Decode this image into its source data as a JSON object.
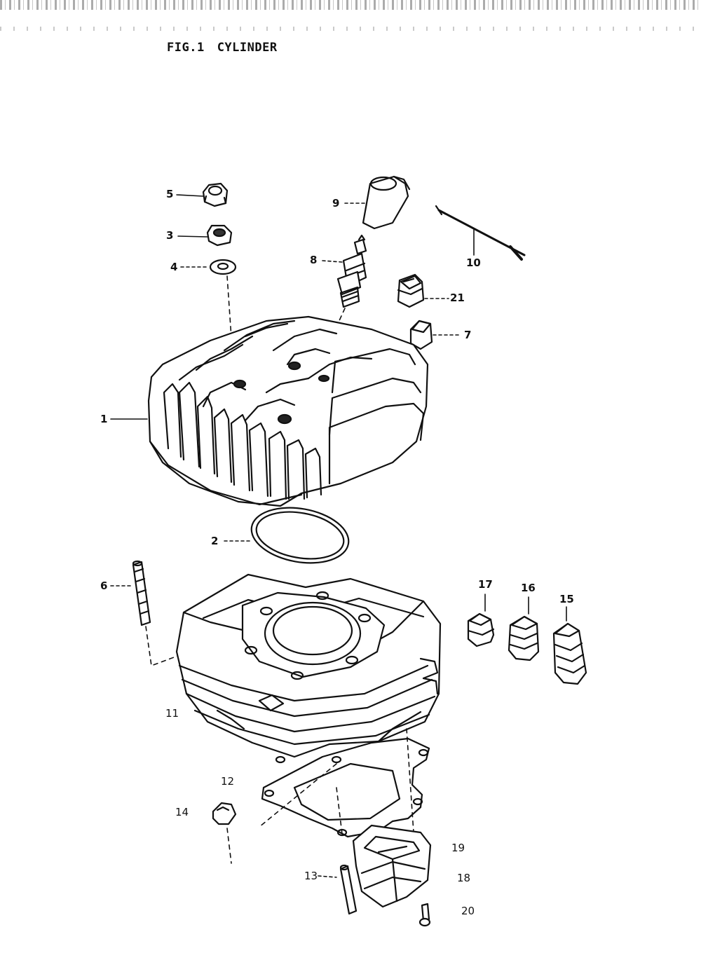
{
  "figure": {
    "number": "FIG.1",
    "title": "CYLINDER"
  },
  "callouts": [
    {
      "id": "c1",
      "label": "1"
    },
    {
      "id": "c2",
      "label": "2"
    },
    {
      "id": "c3",
      "label": "3"
    },
    {
      "id": "c4",
      "label": "4"
    },
    {
      "id": "c5",
      "label": "5"
    },
    {
      "id": "c6",
      "label": "6"
    },
    {
      "id": "c7",
      "label": "7"
    },
    {
      "id": "c8",
      "label": "8"
    },
    {
      "id": "c9",
      "label": "9"
    },
    {
      "id": "c10",
      "label": "10"
    },
    {
      "id": "c11",
      "label": "11"
    },
    {
      "id": "c12",
      "label": "12"
    },
    {
      "id": "c13",
      "label": "13"
    },
    {
      "id": "c14",
      "label": "14"
    },
    {
      "id": "c15",
      "label": "15"
    },
    {
      "id": "c16",
      "label": "16"
    },
    {
      "id": "c17",
      "label": "17"
    },
    {
      "id": "c18",
      "label": "18"
    },
    {
      "id": "c19",
      "label": "19"
    },
    {
      "id": "c20",
      "label": "20"
    },
    {
      "id": "c21",
      "label": "21"
    }
  ]
}
